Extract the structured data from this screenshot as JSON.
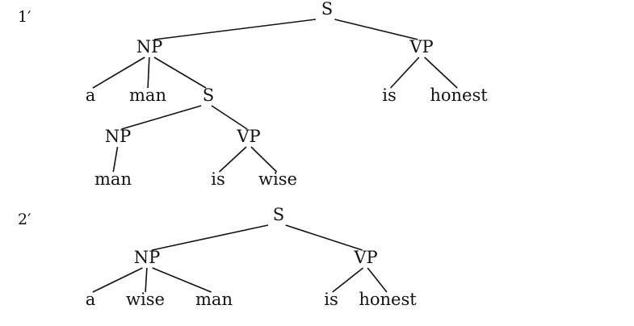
{
  "trees": [
    {
      "label": "1′",
      "nodes": [
        {
          "id": "s",
          "text": "S"
        },
        {
          "id": "np",
          "text": "NP"
        },
        {
          "id": "vp",
          "text": "VP"
        },
        {
          "id": "a",
          "text": "a"
        },
        {
          "id": "man",
          "text": "man"
        },
        {
          "id": "s2",
          "text": "S"
        },
        {
          "id": "is",
          "text": "is"
        },
        {
          "id": "honest",
          "text": "honest"
        },
        {
          "id": "np2",
          "text": "NP"
        },
        {
          "id": "vp2",
          "text": "VP"
        },
        {
          "id": "man2",
          "text": "man"
        },
        {
          "id": "is2",
          "text": "is"
        },
        {
          "id": "wise",
          "text": "wise"
        }
      ],
      "edges": [
        [
          "s",
          "np"
        ],
        [
          "s",
          "vp"
        ],
        [
          "np",
          "a"
        ],
        [
          "np",
          "man"
        ],
        [
          "np",
          "s2"
        ],
        [
          "vp",
          "is"
        ],
        [
          "vp",
          "honest"
        ],
        [
          "s2",
          "np2"
        ],
        [
          "s2",
          "vp2"
        ],
        [
          "np2",
          "man2"
        ],
        [
          "vp2",
          "is2"
        ],
        [
          "vp2",
          "wise"
        ]
      ]
    },
    {
      "label": "2′",
      "nodes": [
        {
          "id": "s",
          "text": "S"
        },
        {
          "id": "np",
          "text": "NP"
        },
        {
          "id": "vp",
          "text": "VP"
        },
        {
          "id": "a",
          "text": "a"
        },
        {
          "id": "wise",
          "text": "wise"
        },
        {
          "id": "man",
          "text": "man"
        },
        {
          "id": "is",
          "text": "is"
        },
        {
          "id": "honest",
          "text": "honest"
        }
      ],
      "edges": [
        [
          "s",
          "np"
        ],
        [
          "s",
          "vp"
        ],
        [
          "np",
          "a"
        ],
        [
          "np",
          "wise"
        ],
        [
          "np",
          "man"
        ],
        [
          "vp",
          "is"
        ],
        [
          "vp",
          "honest"
        ]
      ]
    }
  ]
}
